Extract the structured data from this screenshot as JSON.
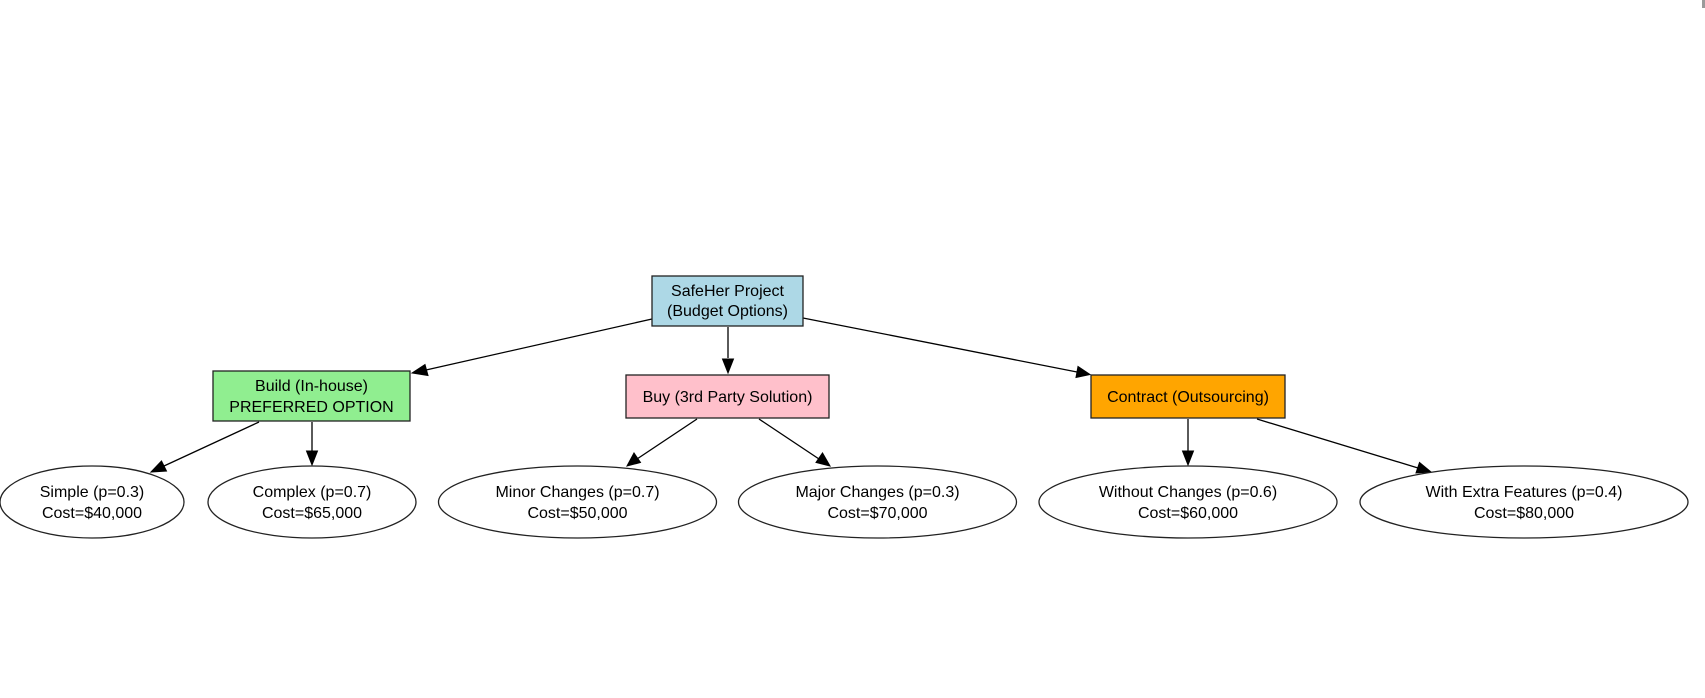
{
  "diagram": {
    "root": {
      "line1": "SafeHer Project",
      "line2": "(Budget Options)",
      "color": "#add8e6"
    },
    "options": [
      {
        "key": "build",
        "line1": "Build (In-house)",
        "line2": "PREFERRED OPTION",
        "color": "#90ee90",
        "outcomes": [
          {
            "line1": "Simple (p=0.3)",
            "line2": "Cost=$40,000"
          },
          {
            "line1": "Complex (p=0.7)",
            "line2": "Cost=$65,000"
          }
        ]
      },
      {
        "key": "buy",
        "line1": "Buy (3rd Party Solution)",
        "line2": "",
        "color": "#ffc0cb",
        "outcomes": [
          {
            "line1": "Minor Changes (p=0.7)",
            "line2": "Cost=$50,000"
          },
          {
            "line1": "Major Changes (p=0.3)",
            "line2": "Cost=$70,000"
          }
        ]
      },
      {
        "key": "contract",
        "line1": "Contract (Outsourcing)",
        "line2": "",
        "color": "#ffa500",
        "outcomes": [
          {
            "line1": "Without Changes (p=0.6)",
            "line2": "Cost=$60,000"
          },
          {
            "line1": "With Extra Features (p=0.4)",
            "line2": "Cost=$80,000"
          }
        ]
      }
    ]
  }
}
